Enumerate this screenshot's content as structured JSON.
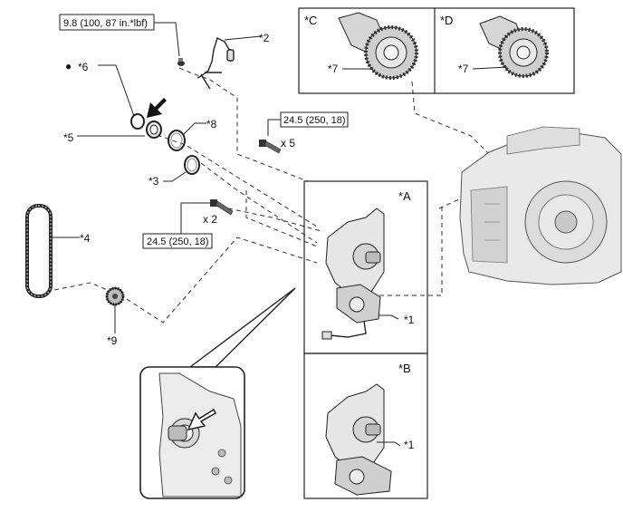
{
  "torque_specs": {
    "sensor_bolt": "9.8 (100, 87 in.*lbf)",
    "case_bolts": "24.5 (250, 18)",
    "pump_bolts": "24.5 (250, 18)"
  },
  "quantities": {
    "case_bolts": "x 5",
    "pump_bolts": "x 2"
  },
  "callouts": {
    "c1_top": "*1",
    "c1_bottom": "*1",
    "c2": "*2",
    "c3": "*3",
    "c4": "*4",
    "c5": "*5",
    "c6": "*6",
    "c7_left": "*7",
    "c7_right": "*7",
    "c8": "*8",
    "c9": "*9"
  },
  "panels": {
    "A": "*A",
    "B": "*B",
    "C": "*C",
    "D": "*D"
  },
  "bullet": "●"
}
